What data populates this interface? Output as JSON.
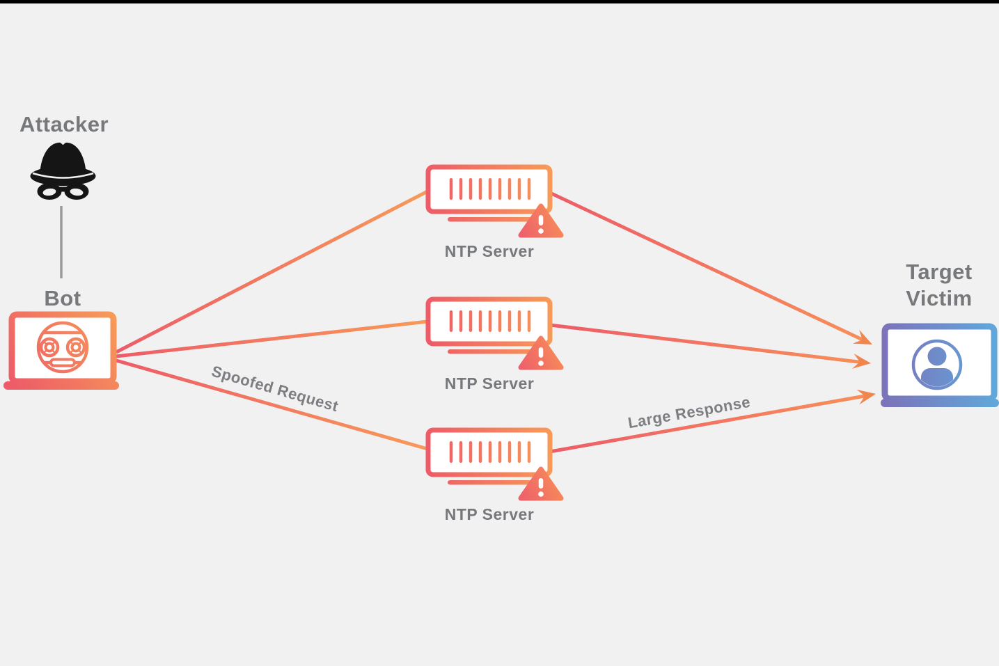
{
  "colors": {
    "background": "#f1f1f2",
    "top_border": "#000000",
    "gradient_pink": "#ed5c68",
    "gradient_orange": "#f79a58",
    "arrowhead_orange": "#f0854e",
    "node_label_gray": "#77787b",
    "edge_label_gray": "#7d7e82",
    "attacker_black": "#151515",
    "connector_gray": "#9a9a9a",
    "victim_purple": "#7c72b9",
    "victim_blue": "#60a8db"
  },
  "icons": {
    "attacker": "spy-hat-mask-icon",
    "bot": "robot-laptop-icon",
    "server": "server-rack-icon",
    "server_badge": "warning-triangle-icon",
    "target": "user-laptop-icon"
  },
  "nodes": {
    "attacker": {
      "label": "Attacker"
    },
    "bot": {
      "label": "Bot"
    },
    "servers": [
      {
        "label": "NTP Server"
      },
      {
        "label": "NTP Server"
      },
      {
        "label": "NTP Server"
      }
    ],
    "target": {
      "label_line1": "Target",
      "label_line2": "Victim"
    }
  },
  "edges": {
    "request_label": "Spoofed Request",
    "response_label": "Large Response"
  }
}
